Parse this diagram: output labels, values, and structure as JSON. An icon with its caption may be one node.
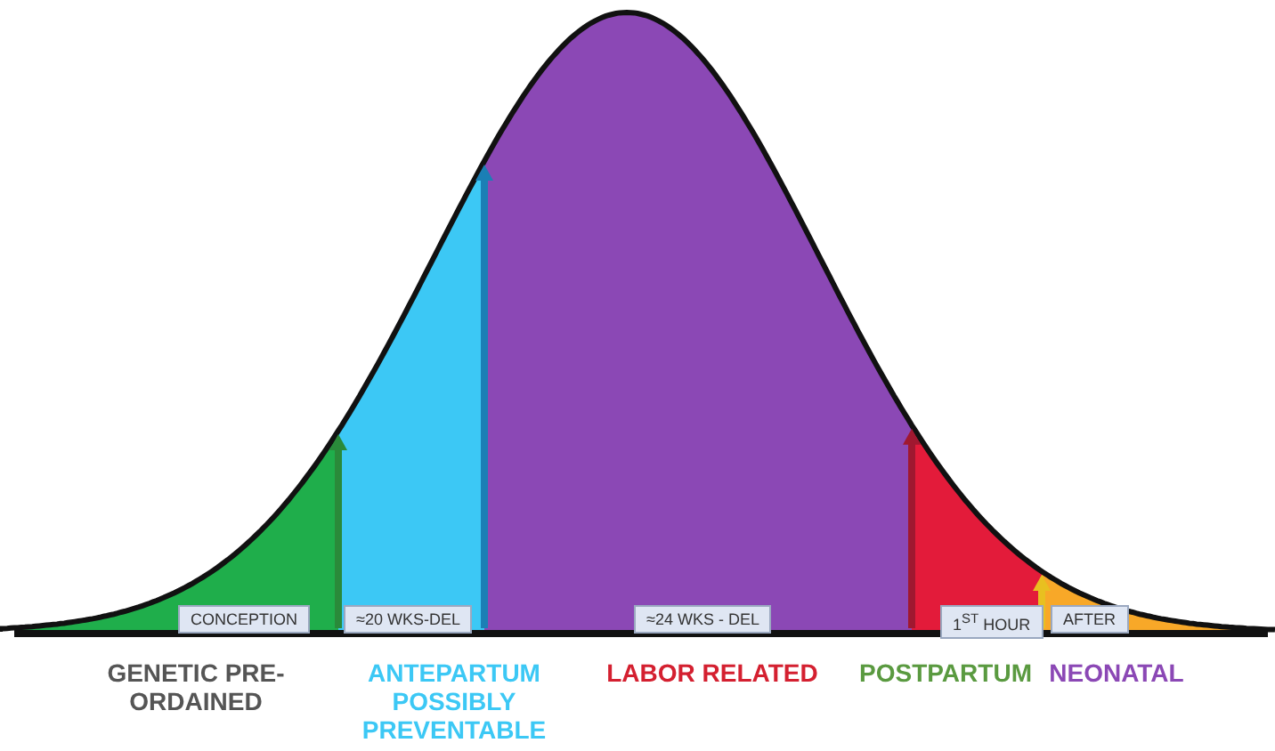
{
  "diagram": {
    "nodes": [
      {
        "text": [
          "CONCEPTION"
        ]
      },
      {
        "text": [
          "≈20 WKS-DEL"
        ]
      },
      {
        "text": [
          "≈24 WKS - DEL"
        ]
      },
      {
        "text": [
          "1$^{ST}$ HOUR"
        ]
      },
      {
        "text": [
          "AFTER"
        ]
      }
    ],
    "labels": [
      "GENETIC PRE-ORDAINED",
      "ANTEPARTUM POSSIBLY PREVENTABLE",
      "LABOR RELATED",
      "POSTPARTUM",
      "NEONATAL"
    ]
  }
}
